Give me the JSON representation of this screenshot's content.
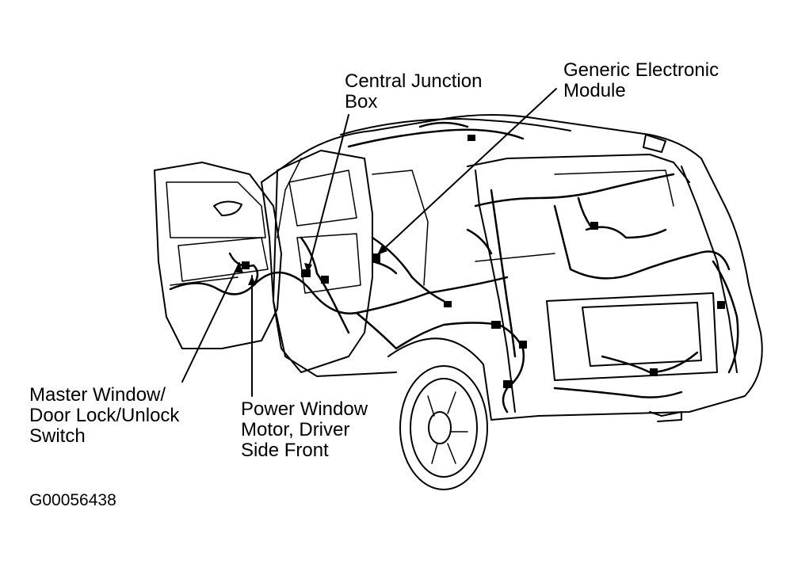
{
  "callouts": {
    "central_junction_box": [
      "Central Junction",
      "Box"
    ],
    "generic_electronic_module": [
      "Generic Electronic",
      "Module"
    ],
    "master_window_switch": [
      "Master Window/",
      "Door Lock/Unlock",
      "Switch"
    ],
    "power_window_motor": [
      "Power Window",
      "Motor, Driver",
      "Side Front"
    ]
  },
  "figure_id": "G00056438",
  "colors": {
    "ink": "#000000",
    "paper": "#ffffff"
  }
}
